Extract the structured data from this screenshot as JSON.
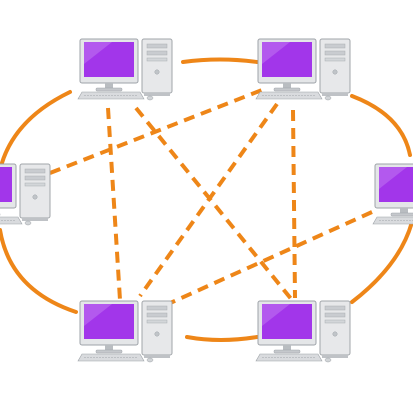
{
  "colors": {
    "background": "#ffffff",
    "link": "#ee8618",
    "screen": "#a236ea",
    "screen_highlight": "#c884f5",
    "monitor_frame": "#e4e6e8",
    "monitor_edge": "#9ea3a8",
    "tower": "#e7e8ea",
    "tower_edge": "#a2a6aa",
    "keyboard": "#d9dbde"
  },
  "network": {
    "topology": "mesh",
    "nodes": [
      {
        "id": "pc-top-left",
        "type": "desktop-computer"
      },
      {
        "id": "pc-top-right",
        "type": "desktop-computer"
      },
      {
        "id": "pc-left",
        "type": "desktop-computer"
      },
      {
        "id": "pc-right",
        "type": "desktop-computer"
      },
      {
        "id": "pc-bottom-left",
        "type": "desktop-computer"
      },
      {
        "id": "pc-bottom-right",
        "type": "desktop-computer"
      }
    ],
    "ring_links": [
      {
        "from": "pc-top-left",
        "to": "pc-top-right",
        "style": "solid"
      },
      {
        "from": "pc-top-right",
        "to": "pc-right",
        "style": "solid"
      },
      {
        "from": "pc-right",
        "to": "pc-bottom-right",
        "style": "solid"
      },
      {
        "from": "pc-bottom-right",
        "to": "pc-bottom-left",
        "style": "solid"
      },
      {
        "from": "pc-bottom-left",
        "to": "pc-left",
        "style": "solid"
      },
      {
        "from": "pc-left",
        "to": "pc-top-left",
        "style": "solid"
      }
    ],
    "mesh_links": [
      {
        "from": "pc-top-left",
        "to": "pc-bottom-left",
        "style": "dashed"
      },
      {
        "from": "pc-top-left",
        "to": "pc-bottom-right",
        "style": "dashed"
      },
      {
        "from": "pc-left",
        "to": "pc-top-right",
        "style": "dashed"
      },
      {
        "from": "pc-top-right",
        "to": "pc-bottom-left",
        "style": "dashed"
      },
      {
        "from": "pc-top-right",
        "to": "pc-bottom-right",
        "style": "dashed"
      },
      {
        "from": "pc-right",
        "to": "pc-bottom-left",
        "style": "dashed"
      }
    ]
  }
}
